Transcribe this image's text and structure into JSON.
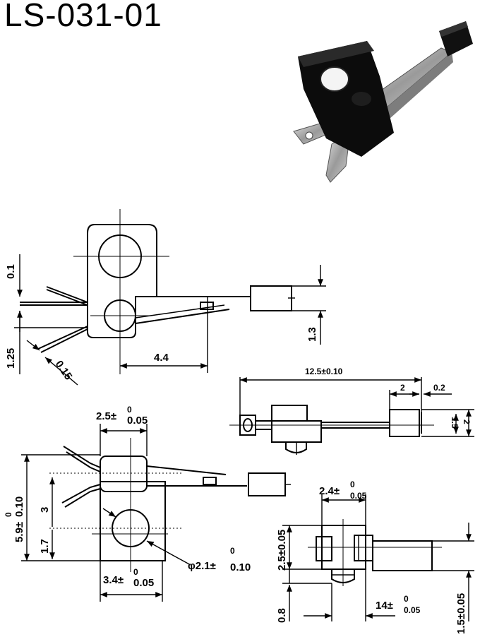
{
  "title": "LS-031-01",
  "photo": {
    "icon": "switch-photo-icon"
  },
  "view_top": {
    "dims": {
      "d01": "0.1",
      "d44": "4.4",
      "d125": "1.25",
      "d015": "0.15",
      "d13": "1.3"
    }
  },
  "view_side": {
    "dims": {
      "d125": "12.5±0.10",
      "d2": "2",
      "d02": "0.2",
      "d15": "1.5",
      "d2b": "2"
    }
  },
  "view_front": {
    "dims": {
      "w25_base": "2.5±",
      "w25_sup": "0",
      "w25_sub": "0.05",
      "h59_base": "5.9±",
      "h59_sup": "0",
      "h59_sub": "0.10",
      "d3": "3",
      "d17": "1.7",
      "hole_base": "φ2.1±",
      "hole_sup": "0",
      "hole_sub": "0.10",
      "w34_base": "3.4±",
      "w34_sup": "0",
      "w34_sub": "0.05"
    }
  },
  "view_bottom": {
    "dims": {
      "w24_base": "2.4±",
      "w24_sup": "0",
      "w24_sub": "0.05",
      "h25": "2.5±0.05",
      "d08": "0.8",
      "w14_base": "14±",
      "w14_sup": "0",
      "w14_sub": "0.05",
      "h15": "1.5±0.05"
    }
  }
}
